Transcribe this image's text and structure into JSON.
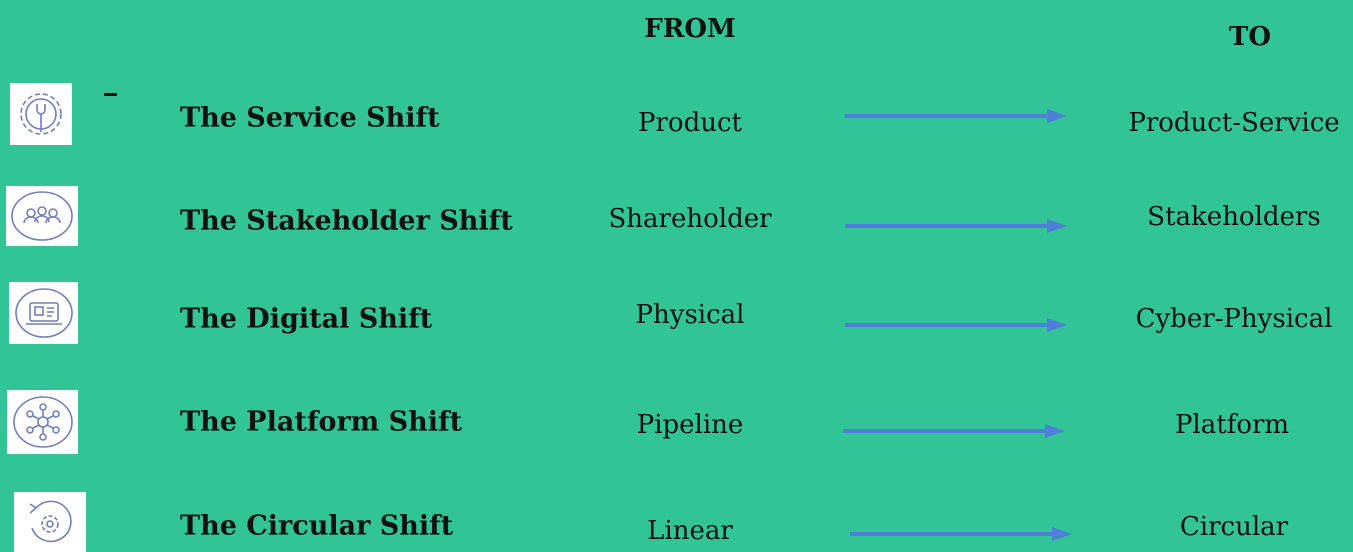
{
  "headers": {
    "from": "FROM",
    "to": "TO"
  },
  "rows": [
    {
      "icon": "gear-wrench-icon",
      "shift": "The Service Shift",
      "from": "Product",
      "to": "Product-Service"
    },
    {
      "icon": "people-group-icon",
      "shift": "The Stakeholder Shift",
      "from": "Shareholder",
      "to": "Stakeholders"
    },
    {
      "icon": "laptop-icon",
      "shift": "The Digital Shift",
      "from": "Physical",
      "to": "Cyber-Physical"
    },
    {
      "icon": "network-hub-icon",
      "shift": "The Platform Shift",
      "from": "Pipeline",
      "to": "Platform"
    },
    {
      "icon": "circular-gear-icon",
      "shift": "The Circular Shift",
      "from": "Linear",
      "to": "Circular"
    }
  ],
  "colors": {
    "background": "#31c496",
    "arrow": "#4f7fd8",
    "icon_stroke": "#6f7fc0"
  }
}
